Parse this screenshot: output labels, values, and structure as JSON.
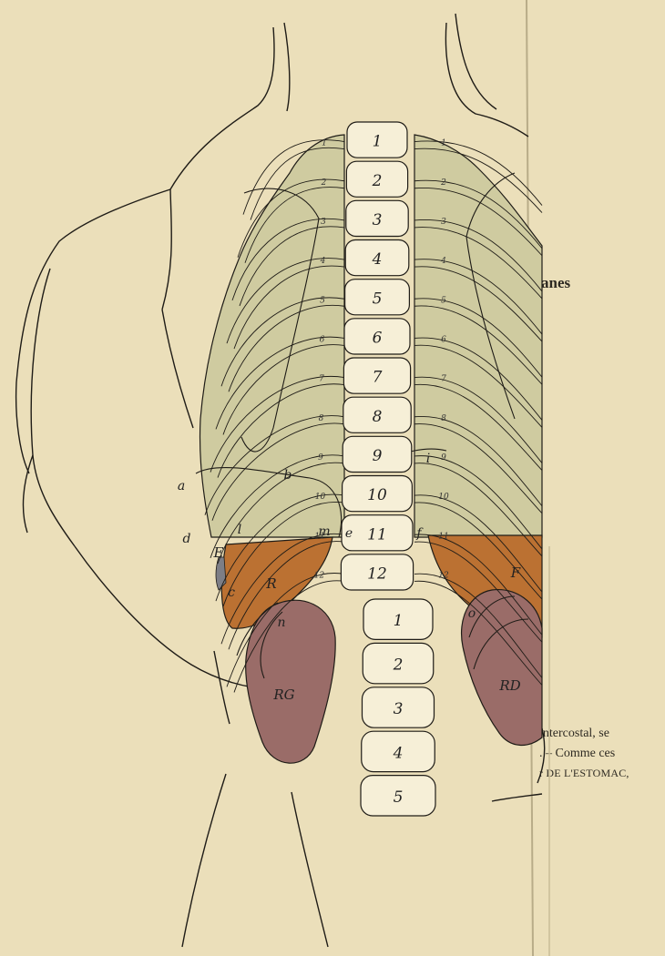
{
  "page_text": {
    "fragment_organes": "rganes",
    "fragment_line_1": "intercostal, se",
    "fragment_line_2": ". – Comme ces",
    "fragment_line_3": "r DE L'ESTOMAC,"
  },
  "vertebrae": {
    "thoracic": [
      "1",
      "2",
      "3",
      "4",
      "5",
      "6",
      "7",
      "8",
      "9",
      "10",
      "11",
      "12"
    ],
    "lumbar": [
      "1",
      "2",
      "3",
      "4",
      "5"
    ]
  },
  "ribs": {
    "left": [
      "1",
      "2",
      "3",
      "4",
      "5",
      "6",
      "7",
      "8",
      "9",
      "10",
      "11",
      "12"
    ],
    "right": [
      "1",
      "2",
      "3",
      "4",
      "5",
      "6",
      "7",
      "8",
      "9",
      "10",
      "11",
      "12"
    ]
  },
  "letters": {
    "a": "a",
    "b": "b",
    "c": "c",
    "d": "d",
    "e": "e",
    "f": "f",
    "i": "i",
    "l": "l",
    "m": "m",
    "n": "n",
    "o": "o"
  },
  "organs": {
    "E": "E",
    "R": "R",
    "F": "F",
    "RG": "RG",
    "RD": "RD"
  },
  "colors": {
    "paper": "#ebdfba",
    "lung": "#cfcba0",
    "spleen_liver": "#bb7132",
    "kidney": "#9a6c68",
    "ink": "#1f1c17"
  }
}
